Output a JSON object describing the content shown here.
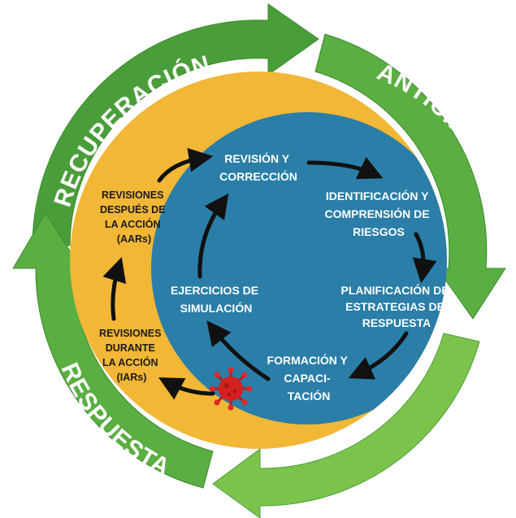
{
  "outer_cycle": {
    "top_left": "RECUPERACIÓN",
    "top_right": "ANTICIPACIÓN",
    "bottom_left": "RESPUESTA"
  },
  "inner_cycle": {
    "review": [
      "REVISIÓN Y",
      "CORRECCIÓN"
    ],
    "identification": [
      "IDENTIFICACIÓN Y",
      "COMPRENSIÓN DE",
      "RIESGOS"
    ],
    "planning": [
      "PLANIFICACIÓN DE",
      "ESTRATEGIAS DE",
      "RESPUESTA"
    ],
    "training": [
      "FORMACIÓN Y",
      "CAPACI-",
      "TACIÓN"
    ],
    "simulation": [
      "EJERCICIOS DE",
      "SIMULACIÓN"
    ]
  },
  "side_reviews": {
    "after_action": [
      "REVISIONES",
      "DESPUÉS DE",
      "LA ACCIÓN",
      "(AARs)"
    ],
    "during_action": [
      "REVISIONES",
      "DURANTE",
      "LA ACCIÓN",
      "(IARs)"
    ]
  },
  "colors": {
    "outer_green": "#4a9e3a",
    "outer_green_light": "#7cc34c",
    "orange_disc": "#f2b736",
    "blue_disc": "#2a7ea8",
    "arrow_black": "#111111",
    "virus_red": "#d42020"
  },
  "icons": {
    "virus": "virus-icon"
  }
}
